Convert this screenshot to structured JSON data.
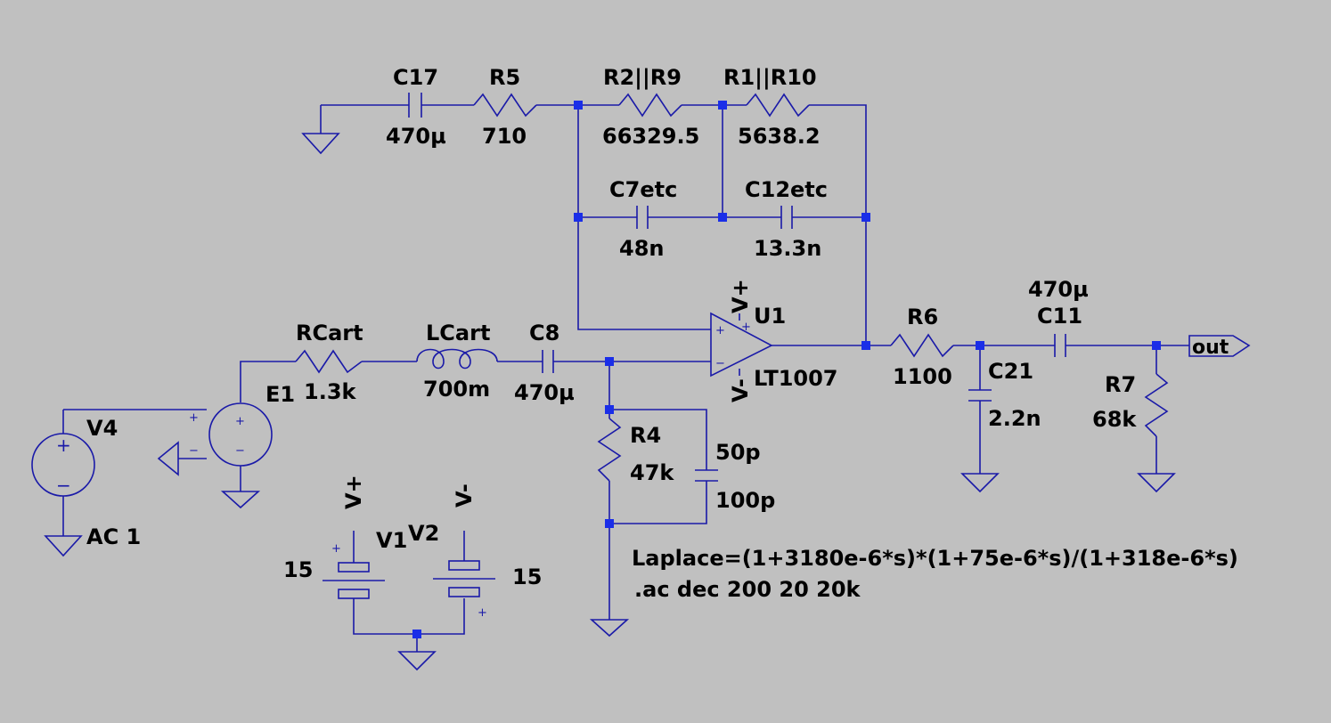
{
  "schematic": {
    "background": "#c0c0c0",
    "wire_color": "#1a1aa8",
    "junction_color": "#1a2ee8",
    "components": {
      "c17": {
        "name": "C17",
        "value": "470µ"
      },
      "r5": {
        "name": "R5",
        "value": "710"
      },
      "r2r9": {
        "name": "R2||R9",
        "value": "66329.5"
      },
      "r1r10": {
        "name": "R1||R10",
        "value": "5638.2"
      },
      "c7": {
        "name": "C7etc",
        "value": "48n"
      },
      "c12": {
        "name": "C12etc",
        "value": "13.3n"
      },
      "rcart": {
        "name": "RCart",
        "value": "1.3k"
      },
      "lcart": {
        "name": "LCart",
        "value": "700m"
      },
      "c8": {
        "name": "C8",
        "value": "470µ"
      },
      "u1": {
        "name": "U1",
        "value": "LT1007",
        "vplus": "V+",
        "vminus": "V-"
      },
      "r6": {
        "name": "R6",
        "value": "1100"
      },
      "c11": {
        "name": "C11",
        "value": "470µ"
      },
      "c21": {
        "name": "C21",
        "value": "2.2n"
      },
      "r7": {
        "name": "R7",
        "value": "68k"
      },
      "r4": {
        "name": "R4",
        "value": "47k"
      },
      "cpar": {
        "value1": "50p",
        "value2": "100p"
      },
      "e1": {
        "name": "E1"
      },
      "v4": {
        "name": "V4",
        "value": "AC 1"
      },
      "v1": {
        "name": "V1",
        "value": "15",
        "net": "V+"
      },
      "v2": {
        "name": "V2",
        "value": "15",
        "net": "V-"
      }
    },
    "out_label": "out",
    "directives": {
      "laplace": "Laplace=(1+3180e-6*s)*(1+75e-6*s)/(1+318e-6*s)",
      "ac": ".ac dec 200 20 20k"
    },
    "glyphs": {
      "plus": "+",
      "minus": "−",
      "dash": "-"
    }
  }
}
